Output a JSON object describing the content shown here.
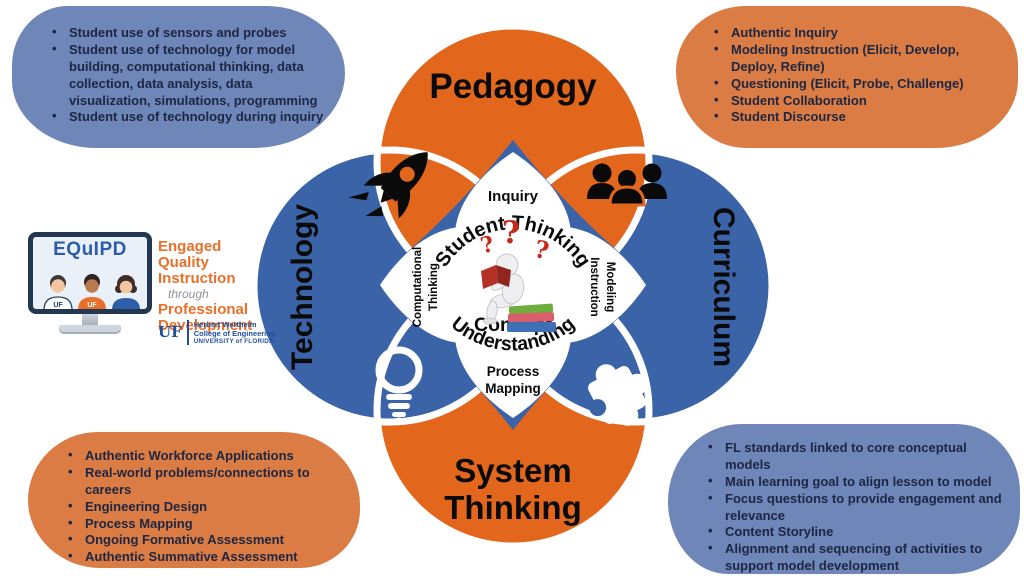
{
  "colors": {
    "circle_orange": "#E2671D",
    "circle_blue": "#3B63A8",
    "callout_blue": "#6E86B8",
    "callout_orange": "#DB7C44",
    "callout_text": "#1D2642",
    "label_black": "#0A0A0A",
    "question_mark_red": "#C8271C",
    "logo_orange": "#E8702A",
    "logo_blue": "#2D5CA8",
    "uf_blue": "#1F4E9C"
  },
  "callouts": {
    "top_left": {
      "items": [
        "Student use of sensors and probes",
        "Student use of technology for model building, computational thinking, data collection, data analysis, data visualization, simulations, programming",
        "Student use of technology during inquiry"
      ]
    },
    "top_right": {
      "items": [
        "Authentic Inquiry",
        "Modeling Instruction (Elicit, Develop, Deploy, Refine)",
        "Questioning (Elicit, Probe, Challenge)",
        "Student Collaboration",
        "Student Discourse"
      ]
    },
    "bottom_left": {
      "items": [
        "Authentic Workforce Applications",
        "Real-world problems/connections to careers",
        "Engineering Design",
        "Process Mapping",
        "Ongoing Formative Assessment",
        "Authentic Summative Assessment"
      ]
    },
    "bottom_right": {
      "items": [
        "FL standards linked to core conceptual models",
        "Main learning goal to align lesson to model",
        "Focus questions to provide engagement and relevance",
        "Content Storyline",
        "Alignment and sequencing of activities to support model development"
      ]
    }
  },
  "venn": {
    "circle_labels": {
      "top": "Pedagogy",
      "right": "Curriculum",
      "left": "Technology",
      "bottom_line1": "System",
      "bottom_line2": "Thinking"
    },
    "petal_labels": {
      "top": "Inquiry",
      "left_line1": "Computational",
      "left_line2": "Thinking",
      "right_line1": "Modeling",
      "right_line2": "Instruction",
      "bottom_line1": "Process",
      "bottom_line2": "Mapping"
    },
    "center": {
      "arc_top": "Student Thinking",
      "line": "Concept",
      "arc_bottom": "Understanding",
      "question_mark": "?"
    },
    "icons": {
      "top_left": "rocket-icon",
      "top_right": "people-group-icon",
      "bottom_left": "lightbulb-icon",
      "bottom_right": "puzzle-icon"
    }
  },
  "logo": {
    "acronym": "EQuIPD",
    "shirt_text": "UF",
    "tagline": {
      "line1": "Engaged",
      "line2": "Quality",
      "line3": "Instruction",
      "through": "through",
      "line4": "Professional",
      "line5": "Development"
    },
    "uf": {
      "mark": "UF",
      "line1": "Herbert Wertheim",
      "line2": "College of Engineering",
      "line3": "UNIVERSITY of FLORIDA"
    }
  }
}
